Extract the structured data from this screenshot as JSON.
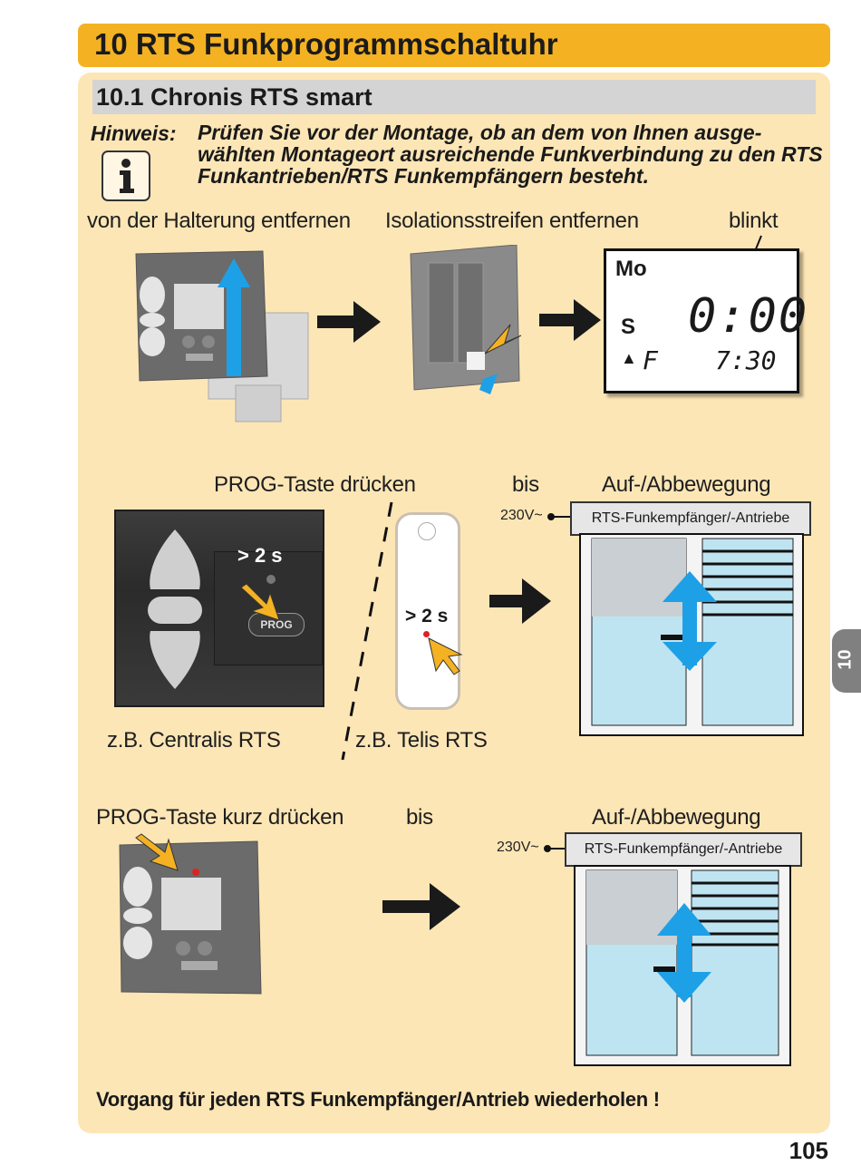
{
  "header": {
    "title": "10 RTS Funkprogrammschaltuhr"
  },
  "section": {
    "title": "10.1 Chronis RTS smart"
  },
  "note": {
    "label": "Hinweis:",
    "text": "Prüfen Sie vor der Montage, ob an dem von Ihnen ausge-wählten Montageort ausreichende Funkverbindung zu den RTS Funkantrieben/RTS Funkempfängern besteht.",
    "icon": "info-icon"
  },
  "step1": {
    "label_remove": "von der Halterung entfernen",
    "label_strip": "Isolationsstreifen entfernen",
    "label_blink": "blinkt",
    "display": {
      "day": "Mo",
      "s": "S",
      "triangle": "▲",
      "f": "F",
      "time_big": "0:00",
      "time_small": "7:30"
    }
  },
  "step2": {
    "label_prog": "PROG-Taste drücken",
    "label_bis": "bis",
    "label_motion": "Auf-/Abbewegung",
    "duration": "> 2 s",
    "duration_remote": "> 2 s",
    "prog_button": "PROG",
    "voltage": "230V~",
    "receiver": "RTS-Funkempfänger/-Antriebe",
    "caption_left": "z.B. Centralis RTS",
    "caption_right": "z.B. Telis RTS"
  },
  "step3": {
    "label_prog": "PROG-Taste kurz drücken",
    "label_bis": "bis",
    "label_motion": "Auf-/Abbewegung",
    "voltage": "230V~",
    "receiver": "RTS-Funkempfänger/-Antriebe"
  },
  "footer": {
    "repeat": "Vorgang für jeden RTS Funkempfänger/Antrieb wiederholen !"
  },
  "page": {
    "number": "105",
    "side_tab": "10"
  },
  "colors": {
    "accent": "#f4b223",
    "panel": "#fde6b6",
    "arrow_blue": "#1ea0e6",
    "pointer_orange": "#f4b223"
  }
}
